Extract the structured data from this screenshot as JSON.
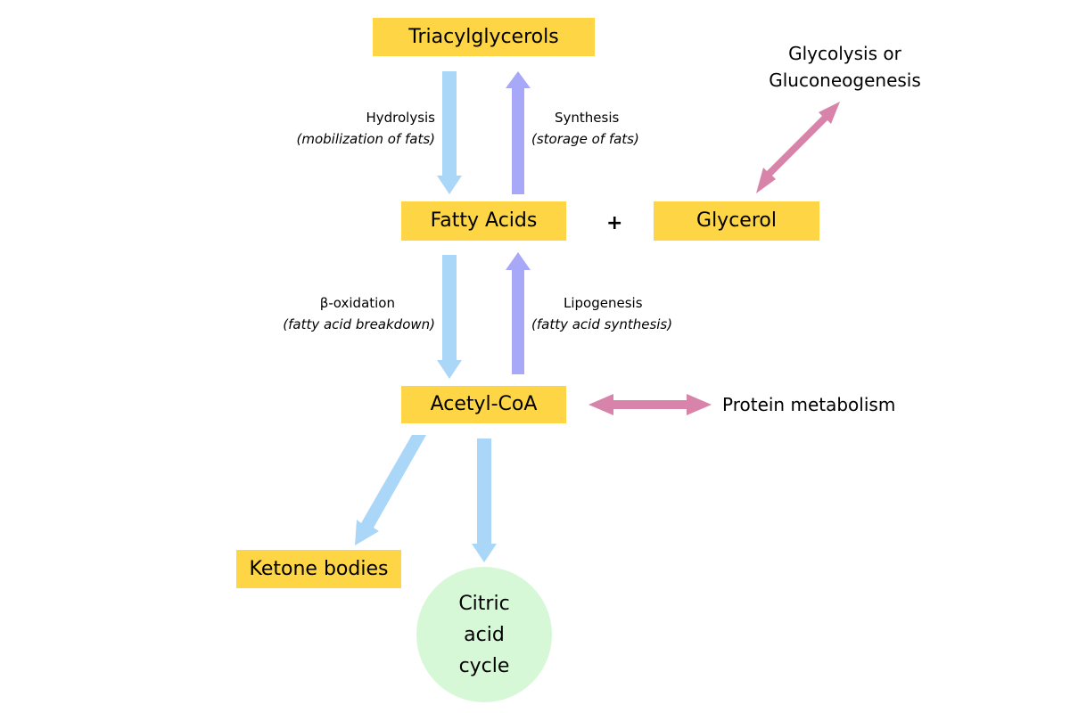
{
  "colors": {
    "node_fill": "#fdd545",
    "terminal_fill": "#d6f8d6",
    "catabolic_arrow": "#aad6f8",
    "anabolic_arrow": "#a8a8f8",
    "exchange_arrow": "#d883aa"
  },
  "nodes": {
    "triacylglycerols": "Triacylglycerols",
    "fatty_acids": "Fatty Acids",
    "glycerol": "Glycerol",
    "acetyl_coa": "Acetyl-CoA",
    "ketone_bodies": "Ketone bodies",
    "citric_acid_cycle": {
      "line1": "Citric",
      "line2": "acid",
      "line3": "cycle"
    }
  },
  "plain_text": {
    "glycolysis_line1": "Glycolysis or",
    "glycolysis_line2": "Gluconeogenesis",
    "protein_metabolism": "Protein metabolism",
    "plus": "+"
  },
  "edge_labels": {
    "hydrolysis": {
      "name": "Hydrolysis",
      "note": "(mobilization of fats)"
    },
    "synthesis": {
      "name": "Synthesis",
      "note": "(storage of fats)"
    },
    "beta_oxidation": {
      "name": "β-oxidation",
      "note": "(fatty acid breakdown)"
    },
    "lipogenesis": {
      "name": "Lipogenesis",
      "note": "(fatty acid synthesis)"
    }
  }
}
